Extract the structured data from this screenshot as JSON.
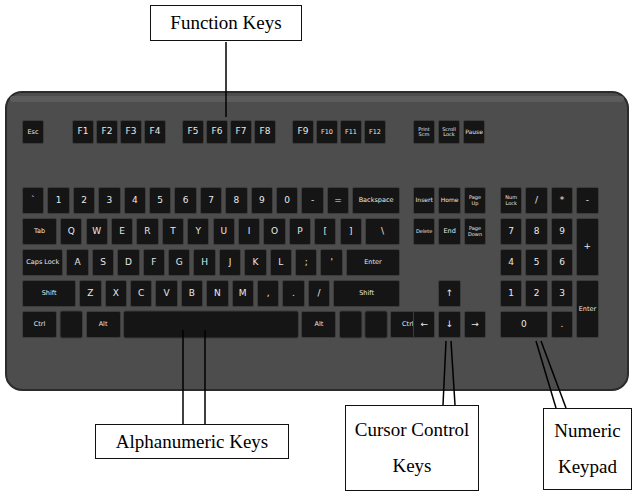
{
  "diagram": {
    "nodes": [
      {
        "text": [
          "Function Keys"
        ]
      },
      {
        "text": [
          "Esc"
        ]
      },
      {
        "text": [
          "F1"
        ]
      },
      {
        "text": [
          "F2"
        ]
      },
      {
        "text": [
          "F3"
        ]
      },
      {
        "text": [
          "F4"
        ]
      },
      {
        "text": [
          "F5"
        ]
      },
      {
        "text": [
          "F6"
        ]
      },
      {
        "text": [
          "F7"
        ]
      },
      {
        "text": [
          "F8"
        ]
      },
      {
        "text": [
          "F9"
        ]
      },
      {
        "text": [
          "F10"
        ]
      },
      {
        "text": [
          "F11"
        ]
      },
      {
        "text": [
          "F12"
        ]
      },
      {
        "text": [
          "Print Scrn"
        ]
      },
      {
        "text": [
          "Scroll Lock"
        ]
      },
      {
        "text": [
          "Pause"
        ]
      },
      {
        "text": [
          "`"
        ]
      },
      {
        "text": [
          "1"
        ]
      },
      {
        "text": [
          "2"
        ]
      },
      {
        "text": [
          "3"
        ]
      },
      {
        "text": [
          "4"
        ]
      },
      {
        "text": [
          "5"
        ]
      },
      {
        "text": [
          "6"
        ]
      },
      {
        "text": [
          "7"
        ]
      },
      {
        "text": [
          "8"
        ]
      },
      {
        "text": [
          "9"
        ]
      },
      {
        "text": [
          "0"
        ]
      },
      {
        "text": [
          "-"
        ]
      },
      {
        "text": [
          "="
        ]
      },
      {
        "text": [
          "Backspace"
        ]
      },
      {
        "text": [
          "Tab"
        ]
      },
      {
        "text": [
          "Q"
        ]
      },
      {
        "text": [
          "W"
        ]
      },
      {
        "text": [
          "E"
        ]
      },
      {
        "text": [
          "R"
        ]
      },
      {
        "text": [
          "T"
        ]
      },
      {
        "text": [
          "Y"
        ]
      },
      {
        "text": [
          "U"
        ]
      },
      {
        "text": [
          "I"
        ]
      },
      {
        "text": [
          "O"
        ]
      },
      {
        "text": [
          "P"
        ]
      },
      {
        "text": [
          "["
        ]
      },
      {
        "text": [
          "]"
        ]
      },
      {
        "text": [
          "\\"
        ]
      },
      {
        "text": [
          "Caps Lock"
        ]
      },
      {
        "text": [
          "A"
        ]
      },
      {
        "text": [
          "S"
        ]
      },
      {
        "text": [
          "D"
        ]
      },
      {
        "text": [
          "F"
        ]
      },
      {
        "text": [
          "G"
        ]
      },
      {
        "text": [
          "H"
        ]
      },
      {
        "text": [
          "J"
        ]
      },
      {
        "text": [
          "K"
        ]
      },
      {
        "text": [
          "L"
        ]
      },
      {
        "text": [
          ";"
        ]
      },
      {
        "text": [
          "'"
        ]
      },
      {
        "text": [
          "Enter"
        ]
      },
      {
        "text": [
          "Shift"
        ]
      },
      {
        "text": [
          "Z"
        ]
      },
      {
        "text": [
          "X"
        ]
      },
      {
        "text": [
          "C"
        ]
      },
      {
        "text": [
          "V"
        ]
      },
      {
        "text": [
          "B"
        ]
      },
      {
        "text": [
          "N"
        ]
      },
      {
        "text": [
          "M"
        ]
      },
      {
        "text": [
          ","
        ]
      },
      {
        "text": [
          "."
        ]
      },
      {
        "text": [
          "/"
        ]
      },
      {
        "text": [
          "Shift"
        ]
      },
      {
        "text": [
          "Ctrl"
        ]
      },
      {
        "text": [
          "Alt"
        ]
      },
      {
        "text": [
          "Alt"
        ]
      },
      {
        "text": [
          "Ctrl"
        ]
      },
      {
        "text": [
          "Insert"
        ]
      },
      {
        "text": [
          "Home"
        ]
      },
      {
        "text": [
          "Page Up"
        ]
      },
      {
        "text": [
          "Delete"
        ]
      },
      {
        "text": [
          "End"
        ]
      },
      {
        "text": [
          "Page Down"
        ]
      },
      {
        "text": [
          "↑"
        ]
      },
      {
        "text": [
          "←"
        ]
      },
      {
        "text": [
          "↓"
        ]
      },
      {
        "text": [
          "→"
        ]
      },
      {
        "text": [
          "Num Lock"
        ]
      },
      {
        "text": [
          "/"
        ]
      },
      {
        "text": [
          "*"
        ]
      },
      {
        "text": [
          "-"
        ]
      },
      {
        "text": [
          "7"
        ]
      },
      {
        "text": [
          "8"
        ]
      },
      {
        "text": [
          "9"
        ]
      },
      {
        "text": [
          "+"
        ]
      },
      {
        "text": [
          "4"
        ]
      },
      {
        "text": [
          "5"
        ]
      },
      {
        "text": [
          "6"
        ]
      },
      {
        "text": [
          "1"
        ]
      },
      {
        "text": [
          "2"
        ]
      },
      {
        "text": [
          "3"
        ]
      },
      {
        "text": [
          "Enter"
        ]
      },
      {
        "text": [
          "0"
        ]
      },
      {
        "text": [
          "."
        ]
      },
      {
        "text": [
          "Alphanumeric Keys"
        ]
      },
      {
        "text": [
          "Cursor Control Keys"
        ]
      },
      {
        "text": [
          "Numeric Keypad"
        ]
      }
    ]
  }
}
